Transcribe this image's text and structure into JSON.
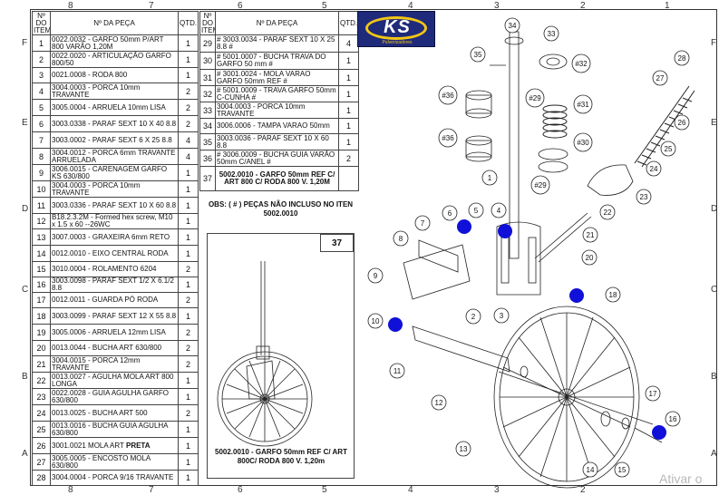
{
  "sheet": {
    "col_numbers": [
      "8",
      "7",
      "6",
      "5",
      "4",
      "3",
      "2",
      "1"
    ],
    "row_letters": [
      "F",
      "E",
      "D",
      "C",
      "B",
      "A"
    ]
  },
  "table_left": {
    "headers": {
      "item": "Nº DO ITEM",
      "desc": "Nº DA PEÇA",
      "qty": "QTD."
    },
    "rows": [
      {
        "n": "1",
        "desc": "0022.0032 - GARFO 50mm P/ART 800 VARÃO 1,20M",
        "q": "1"
      },
      {
        "n": "2",
        "desc": "0022.0020 - ARTICULAÇÃO GARFO 800/50",
        "q": "1"
      },
      {
        "n": "3",
        "desc": "0021.0008 - RODA 800",
        "q": "1"
      },
      {
        "n": "4",
        "desc": "3004.0003 - PORCA 10mm TRAVANTE",
        "q": "2"
      },
      {
        "n": "5",
        "desc": "3005.0004 - ARRUELA 10mm LISA",
        "q": "2"
      },
      {
        "n": "6",
        "desc": "3003.0338 - PARAF SEXT 10 X 40 8.8",
        "q": "2"
      },
      {
        "n": "7",
        "desc": "3003.0002 - PARAF SEXT 6 X 25 8.8",
        "q": "4"
      },
      {
        "n": "8",
        "desc": "3004.0012 - PORCA 6mm TRAVANTE ARRUELADA",
        "q": "4"
      },
      {
        "n": "9",
        "desc": "3006.0015 - CARENAGEM GARFO KS 630/800",
        "q": "1"
      },
      {
        "n": "10",
        "desc": "3004.0003 - PORCA 10mm TRAVANTE",
        "q": "1"
      },
      {
        "n": "11",
        "desc": "3003.0336 - PARAF SEXT 10 X 60 8.8",
        "q": "1"
      },
      {
        "n": "12",
        "desc": "B18.2.3.2M - Formed hex screw, M10 x 1.5 x 60 --26WC",
        "q": "1"
      },
      {
        "n": "13",
        "desc": "3007.0003 - GRAXEIRA 6mm RETO",
        "q": "1"
      },
      {
        "n": "14",
        "desc": "0012.0010 - EIXO CENTRAL RODA",
        "q": "1"
      },
      {
        "n": "15",
        "desc": "3010.0004 - ROLAMENTO 6204",
        "q": "2"
      },
      {
        "n": "16",
        "desc": "3003.0098 - PARAF SEXT 1/2 X 6.1/2    8.8",
        "q": "1"
      },
      {
        "n": "17",
        "desc": "0012.0011 - GUARDA PÓ RODA",
        "q": "2"
      },
      {
        "n": "18",
        "desc": "3003.0099 - PARAF SEXT 12 X 55 8.8",
        "q": "1"
      },
      {
        "n": "19",
        "desc": "3005.0006 - ARRUELA 12mm LISA",
        "q": "2"
      },
      {
        "n": "20",
        "desc": "0013.0044 - BUCHA  ART 630/800",
        "q": "2"
      },
      {
        "n": "21",
        "desc": "3004.0015 - PORCA  12mm TRAVANTE",
        "q": "2"
      },
      {
        "n": "22",
        "desc": "0013.0027 - AGULHA MOLA ART 800 LONGA",
        "q": "1"
      },
      {
        "n": "23",
        "desc": "0022.0028 - GUIA AGULHA GARFO 630/800",
        "q": "1"
      },
      {
        "n": "24",
        "desc": "0013.0025 - BUCHA ART 500",
        "q": "2"
      },
      {
        "n": "25",
        "desc": "0013.0016 - BUCHA GUIA AGULHA 630/800",
        "q": "1"
      },
      {
        "n": "26",
        "desc": "3001.0021 MOLA ART ",
        "desc_bold": "PRETA",
        "q": "1"
      },
      {
        "n": "27",
        "desc": "3005.0005 - ENCOSTO MOLA 630/800",
        "q": "1"
      },
      {
        "n": "28",
        "desc": "3004.0004 - PORCA 9/16 TRAVANTE",
        "q": "1"
      }
    ]
  },
  "table_right": {
    "headers": {
      "item": "Nº DO ITEM",
      "desc": "Nº DA PEÇA",
      "qty": "QTD."
    },
    "rows": [
      {
        "n": "29",
        "desc": "# 3003.0034 - PARAF SEXT 10 X 25 8.8 #",
        "q": "4"
      },
      {
        "n": "30",
        "desc": "# 5001.0007 - BUCHA TRAVA DO GARFO 50 mm #",
        "q": "1"
      },
      {
        "n": "31",
        "desc": "# 3001.0024 - MOLA VARAO GARFO 50mm REF #",
        "q": "1"
      },
      {
        "n": "32",
        "desc": "# 5001.0009 - TRAVA GARFO 50mm C-CUNHA #",
        "q": "1"
      },
      {
        "n": "33",
        "desc": "3004.0003 - PORCA 10mm TRAVANTE",
        "q": "1"
      },
      {
        "n": "34",
        "desc": "3006.0006 - TAMPA VARAO 50mm",
        "q": "1"
      },
      {
        "n": "35",
        "desc": "3003.0036 - PARAF SEXT 10 X 60 8.8",
        "q": "1"
      },
      {
        "n": "36",
        "desc": "# 3006.0009 - BUCHA GUIA VARÃO 50mm C/ANEL #",
        "q": "2"
      },
      {
        "n": "37",
        "desc": "5002.0010 - GARFO 50mm REF C/ ART 800 C/ RODA 800 V. 1,20M",
        "q": ""
      }
    ]
  },
  "logo": {
    "text": "KS",
    "sub": "Pulverizadores"
  },
  "obs": "OBS: ( # ) PEÇAS NÃO INCLUSO NO ITEN 5002.0010",
  "detail": {
    "number": "37",
    "caption": "5002.0010 - GARFO 50mm REF C/ ART 800C/ RODA 800 V. 1,20m"
  },
  "callouts": [
    "34",
    "33",
    "35",
    "#32",
    "28",
    "27",
    "#36",
    "#29",
    "#31",
    "26",
    "#36",
    "#30",
    "25",
    "#29",
    "1",
    "24",
    "23",
    "22",
    "6",
    "5",
    "4",
    "7",
    "8",
    "21",
    "9",
    "20",
    "18",
    "10",
    "2",
    "3",
    "11",
    "12",
    "17",
    "13",
    "16",
    "14",
    "15"
  ],
  "watermark": "Ativar o",
  "colors": {
    "marker": "#1010d8",
    "logo_bg": "#1f2a7a",
    "logo_ring": "#f3c614"
  }
}
